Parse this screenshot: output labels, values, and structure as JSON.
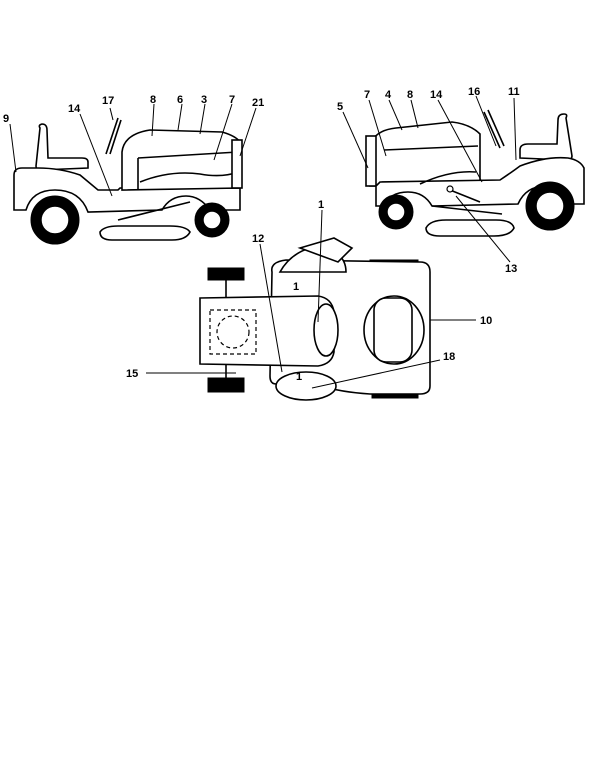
{
  "callouts": {
    "left_view": [
      "9",
      "14",
      "17",
      "8",
      "6",
      "3",
      "7",
      "21"
    ],
    "right_view": [
      "5",
      "7",
      "4",
      "8",
      "14",
      "16",
      "11",
      "13"
    ],
    "top_view": [
      "1",
      "12",
      "10",
      "15",
      "18"
    ]
  },
  "decal_marks": [
    "1",
    "1"
  ],
  "colors": {
    "line": "#000000",
    "background": "#ffffff"
  }
}
